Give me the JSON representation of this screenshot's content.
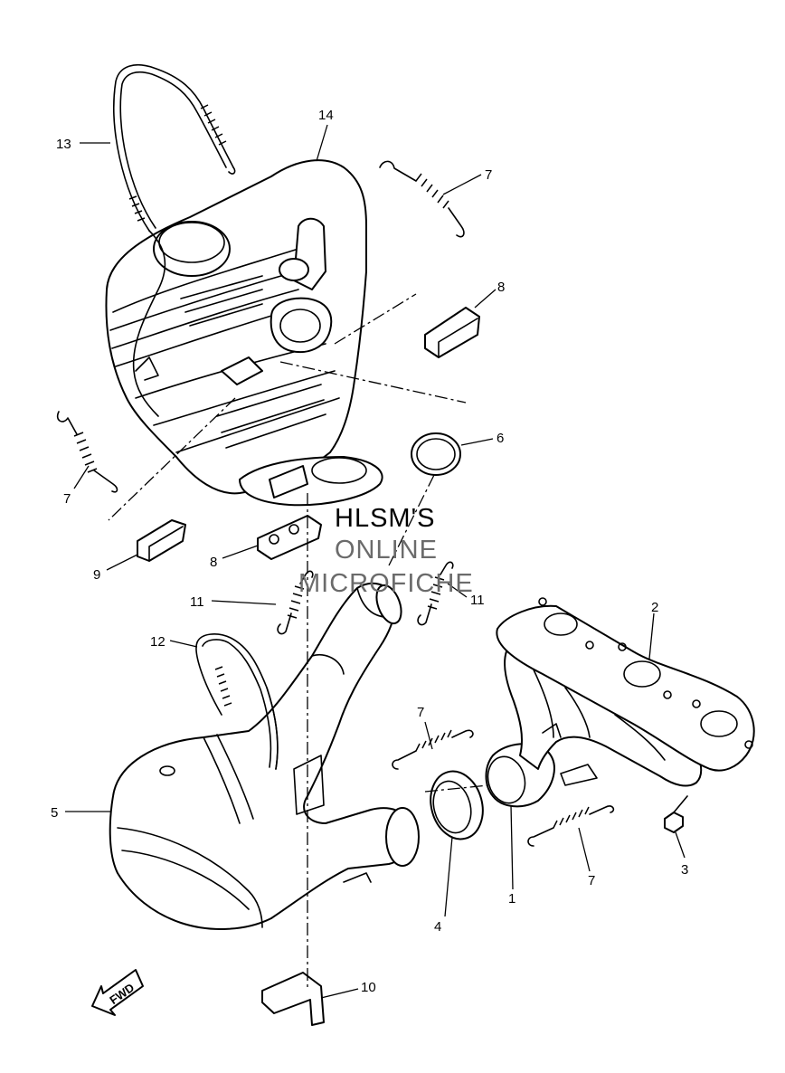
{
  "watermark": {
    "line1": "HLSM'S",
    "line2": "ONLINE",
    "line3": "MICROFICHE"
  },
  "fwd_label": "FWD",
  "callouts": {
    "c1": "1",
    "c2": "2",
    "c3": "3",
    "c4": "4",
    "c5": "5",
    "c6": "6",
    "c7a": "7",
    "c7b": "7",
    "c7c": "7",
    "c7d": "7",
    "c8a": "8",
    "c8b": "8",
    "c9": "9",
    "c10": "10",
    "c11a": "11",
    "c11b": "11",
    "c12": "12",
    "c13": "13",
    "c14": "14"
  },
  "colors": {
    "line": "#000000",
    "background": "#ffffff",
    "watermark_gray": "#6b6b6b"
  }
}
